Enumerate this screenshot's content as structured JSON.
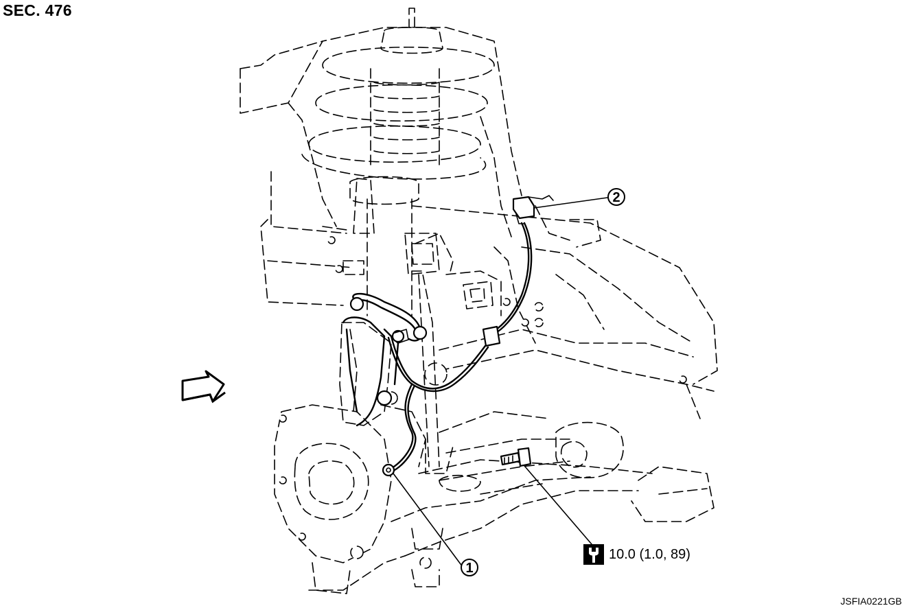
{
  "section": "SEC. 476",
  "figure_code": "JSFIA0221GB",
  "callouts": [
    {
      "number": "1"
    },
    {
      "number": "2"
    }
  ],
  "torque": {
    "icon": "torque-wrench-icon",
    "value": "10.0 (1.0, 89)"
  },
  "front_arrow_icon": "front-direction-arrow-icon"
}
